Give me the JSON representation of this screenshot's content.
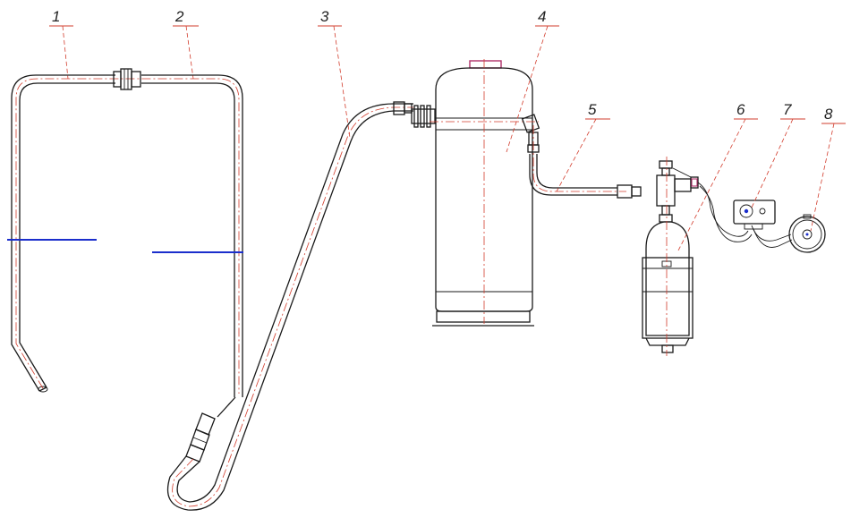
{
  "diagram": {
    "callouts": [
      {
        "id": "1",
        "label": "1"
      },
      {
        "id": "2",
        "label": "2"
      },
      {
        "id": "3",
        "label": "3"
      },
      {
        "id": "4",
        "label": "4"
      },
      {
        "id": "5",
        "label": "5"
      },
      {
        "id": "6",
        "label": "6"
      },
      {
        "id": "7",
        "label": "7"
      },
      {
        "id": "8",
        "label": "8"
      }
    ],
    "colors": {
      "outline": "#1a1a1a",
      "centerline": "#d23c2c",
      "marker": "#1b2ecc",
      "cap": "#b0306a"
    }
  }
}
